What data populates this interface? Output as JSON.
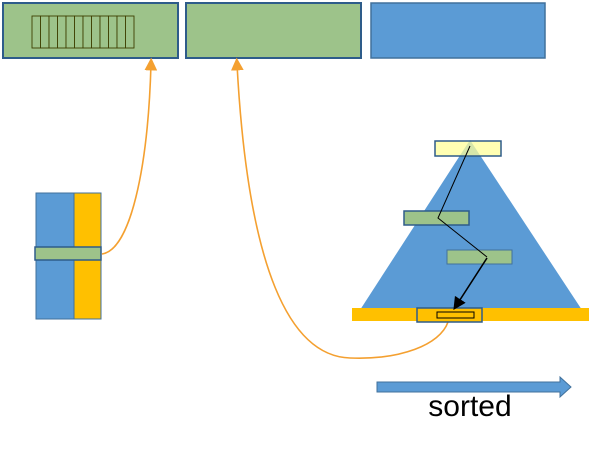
{
  "colors": {
    "blue": "#5b9bd5",
    "blue_border": "#41719c",
    "green": "#9dc38a",
    "green_border": "#2e5c8a",
    "yellow": "#ffc000",
    "light_yellow": "#ffff99",
    "orange_line": "#f4a030",
    "black": "#000000"
  },
  "top_blocks": [
    {
      "name": "top-block-1",
      "fill": "green",
      "has_cells": true,
      "cell_count": 12
    },
    {
      "name": "top-block-2",
      "fill": "green",
      "has_cells": false
    },
    {
      "name": "top-block-3",
      "fill": "blue",
      "has_cells": false
    }
  ],
  "column_table": {
    "left_fill": "blue",
    "right_fill": "yellow",
    "highlight_row_fill": "green"
  },
  "tree": {
    "triangle_fill": "blue",
    "base_fill": "yellow",
    "nodes": [
      {
        "name": "tree-root-node",
        "fill": "light_yellow"
      },
      {
        "name": "tree-level2-node",
        "fill": "green"
      },
      {
        "name": "tree-level3-node",
        "fill": "green"
      },
      {
        "name": "tree-leaf-node",
        "fill": "yellow"
      }
    ]
  },
  "sorted_arrow": {
    "label": "sorted",
    "fill": "blue"
  }
}
